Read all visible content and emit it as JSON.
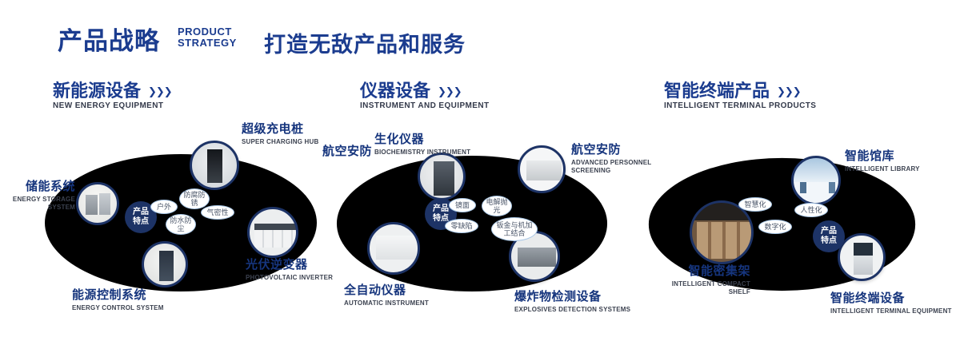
{
  "ui": {
    "arrows": "❯❯❯"
  },
  "colors": {
    "accent": "#1b3c8f",
    "navy_dark": "#1d3366",
    "bubble_border": "#a9c7e6",
    "orbit": "#39455c",
    "text_dark": "#3c4250"
  },
  "header": {
    "title": "产品战略",
    "subtitle_line1": "PRODUCT",
    "subtitle_line2": "STRATEGY",
    "tagline": "打造无敌产品和服务"
  },
  "sections": [
    {
      "title": "新能源设备",
      "subtitle": "NEW ENERGY EQUIPMENT",
      "badge": {
        "line1": "产品",
        "line2": "特点"
      },
      "features": [
        "户外",
        "防腐防锈",
        "气密性",
        "防水防尘"
      ],
      "products": [
        {
          "name": "储能系统",
          "en": "ENERGY STORAGE SYSTEM"
        },
        {
          "name": "超级充电桩",
          "en": "SUPER CHARGING HUB"
        },
        {
          "name": "光伏逆变器",
          "en": "PHOTOVOLTAIC INVERTER"
        },
        {
          "name": "能源控制系统",
          "en": "ENERGY CONTROL SYSTEM"
        }
      ]
    },
    {
      "title": "仪器设备",
      "subtitle": "INSTRUMENT AND EQUIPMENT",
      "extra_label": "航空安防",
      "badge": {
        "line1": "产品",
        "line2": "特点"
      },
      "features": [
        "镜面",
        "电解抛光",
        "零缺陷",
        "钣金与机加工结合"
      ],
      "products": [
        {
          "name": "生化仪器",
          "en": "BIOCHEMISTRY INSTRUMENT"
        },
        {
          "name": "航空安防",
          "en": "ADVANCED PERSONNEL SCREENING"
        },
        {
          "name": "全自动仪器",
          "en": "AUTOMATIC INSTRUMENT"
        },
        {
          "name": "爆炸物检测设备",
          "en": "EXPLOSIVES DETECTION SYSTEMS"
        }
      ]
    },
    {
      "title": "智能终端产品",
      "subtitle": "INTELLIGENT TERMINAL PRODUCTS",
      "badge": {
        "line1": "产品",
        "line2": "特点"
      },
      "features": [
        "智慧化",
        "人性化",
        "数字化"
      ],
      "products": [
        {
          "name": "智能馆库",
          "en": "INTELLIGENT LIBRARY"
        },
        {
          "name": "智能密集架",
          "en": "INTELLIGENT COMPACT SHELF"
        },
        {
          "name": "智能终端设备",
          "en": "INTELLIGENT TERMINAL EQUIPMENT"
        }
      ]
    }
  ]
}
